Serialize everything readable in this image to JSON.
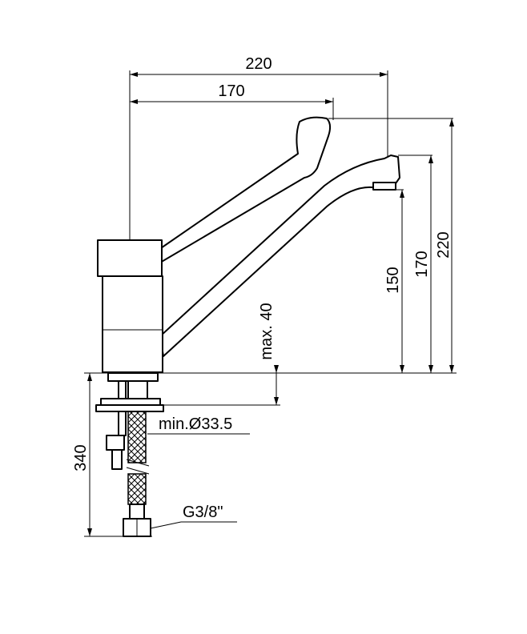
{
  "dimensions": {
    "total_width": "220",
    "spout_reach": "170",
    "total_height": "220",
    "spout_height_170": "170",
    "spout_outlet_height": "150",
    "max_deck_thickness": "max. 40",
    "min_hole_diameter": "min.Ø33.5",
    "hose_length": "340",
    "connection_thread": "G3/8\""
  },
  "colors": {
    "line": "#000000",
    "background": "#ffffff"
  }
}
